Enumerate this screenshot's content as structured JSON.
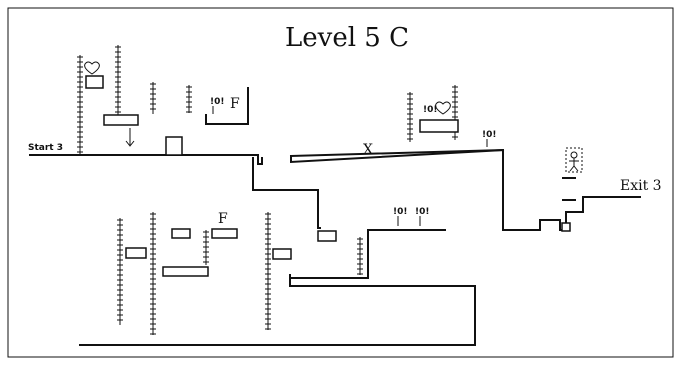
{
  "level": {
    "title": "Level 5 C"
  },
  "labels": {
    "start": "Start 3",
    "exit": "Exit 3",
    "flag": "F",
    "cross": "X"
  },
  "icons": {
    "heart": "heart-icon",
    "hazard": "hazard-icon",
    "player": "player-icon",
    "ladder": "ladder-icon"
  },
  "colors": {
    "ink": "#111111",
    "paper": "#ffffff"
  }
}
